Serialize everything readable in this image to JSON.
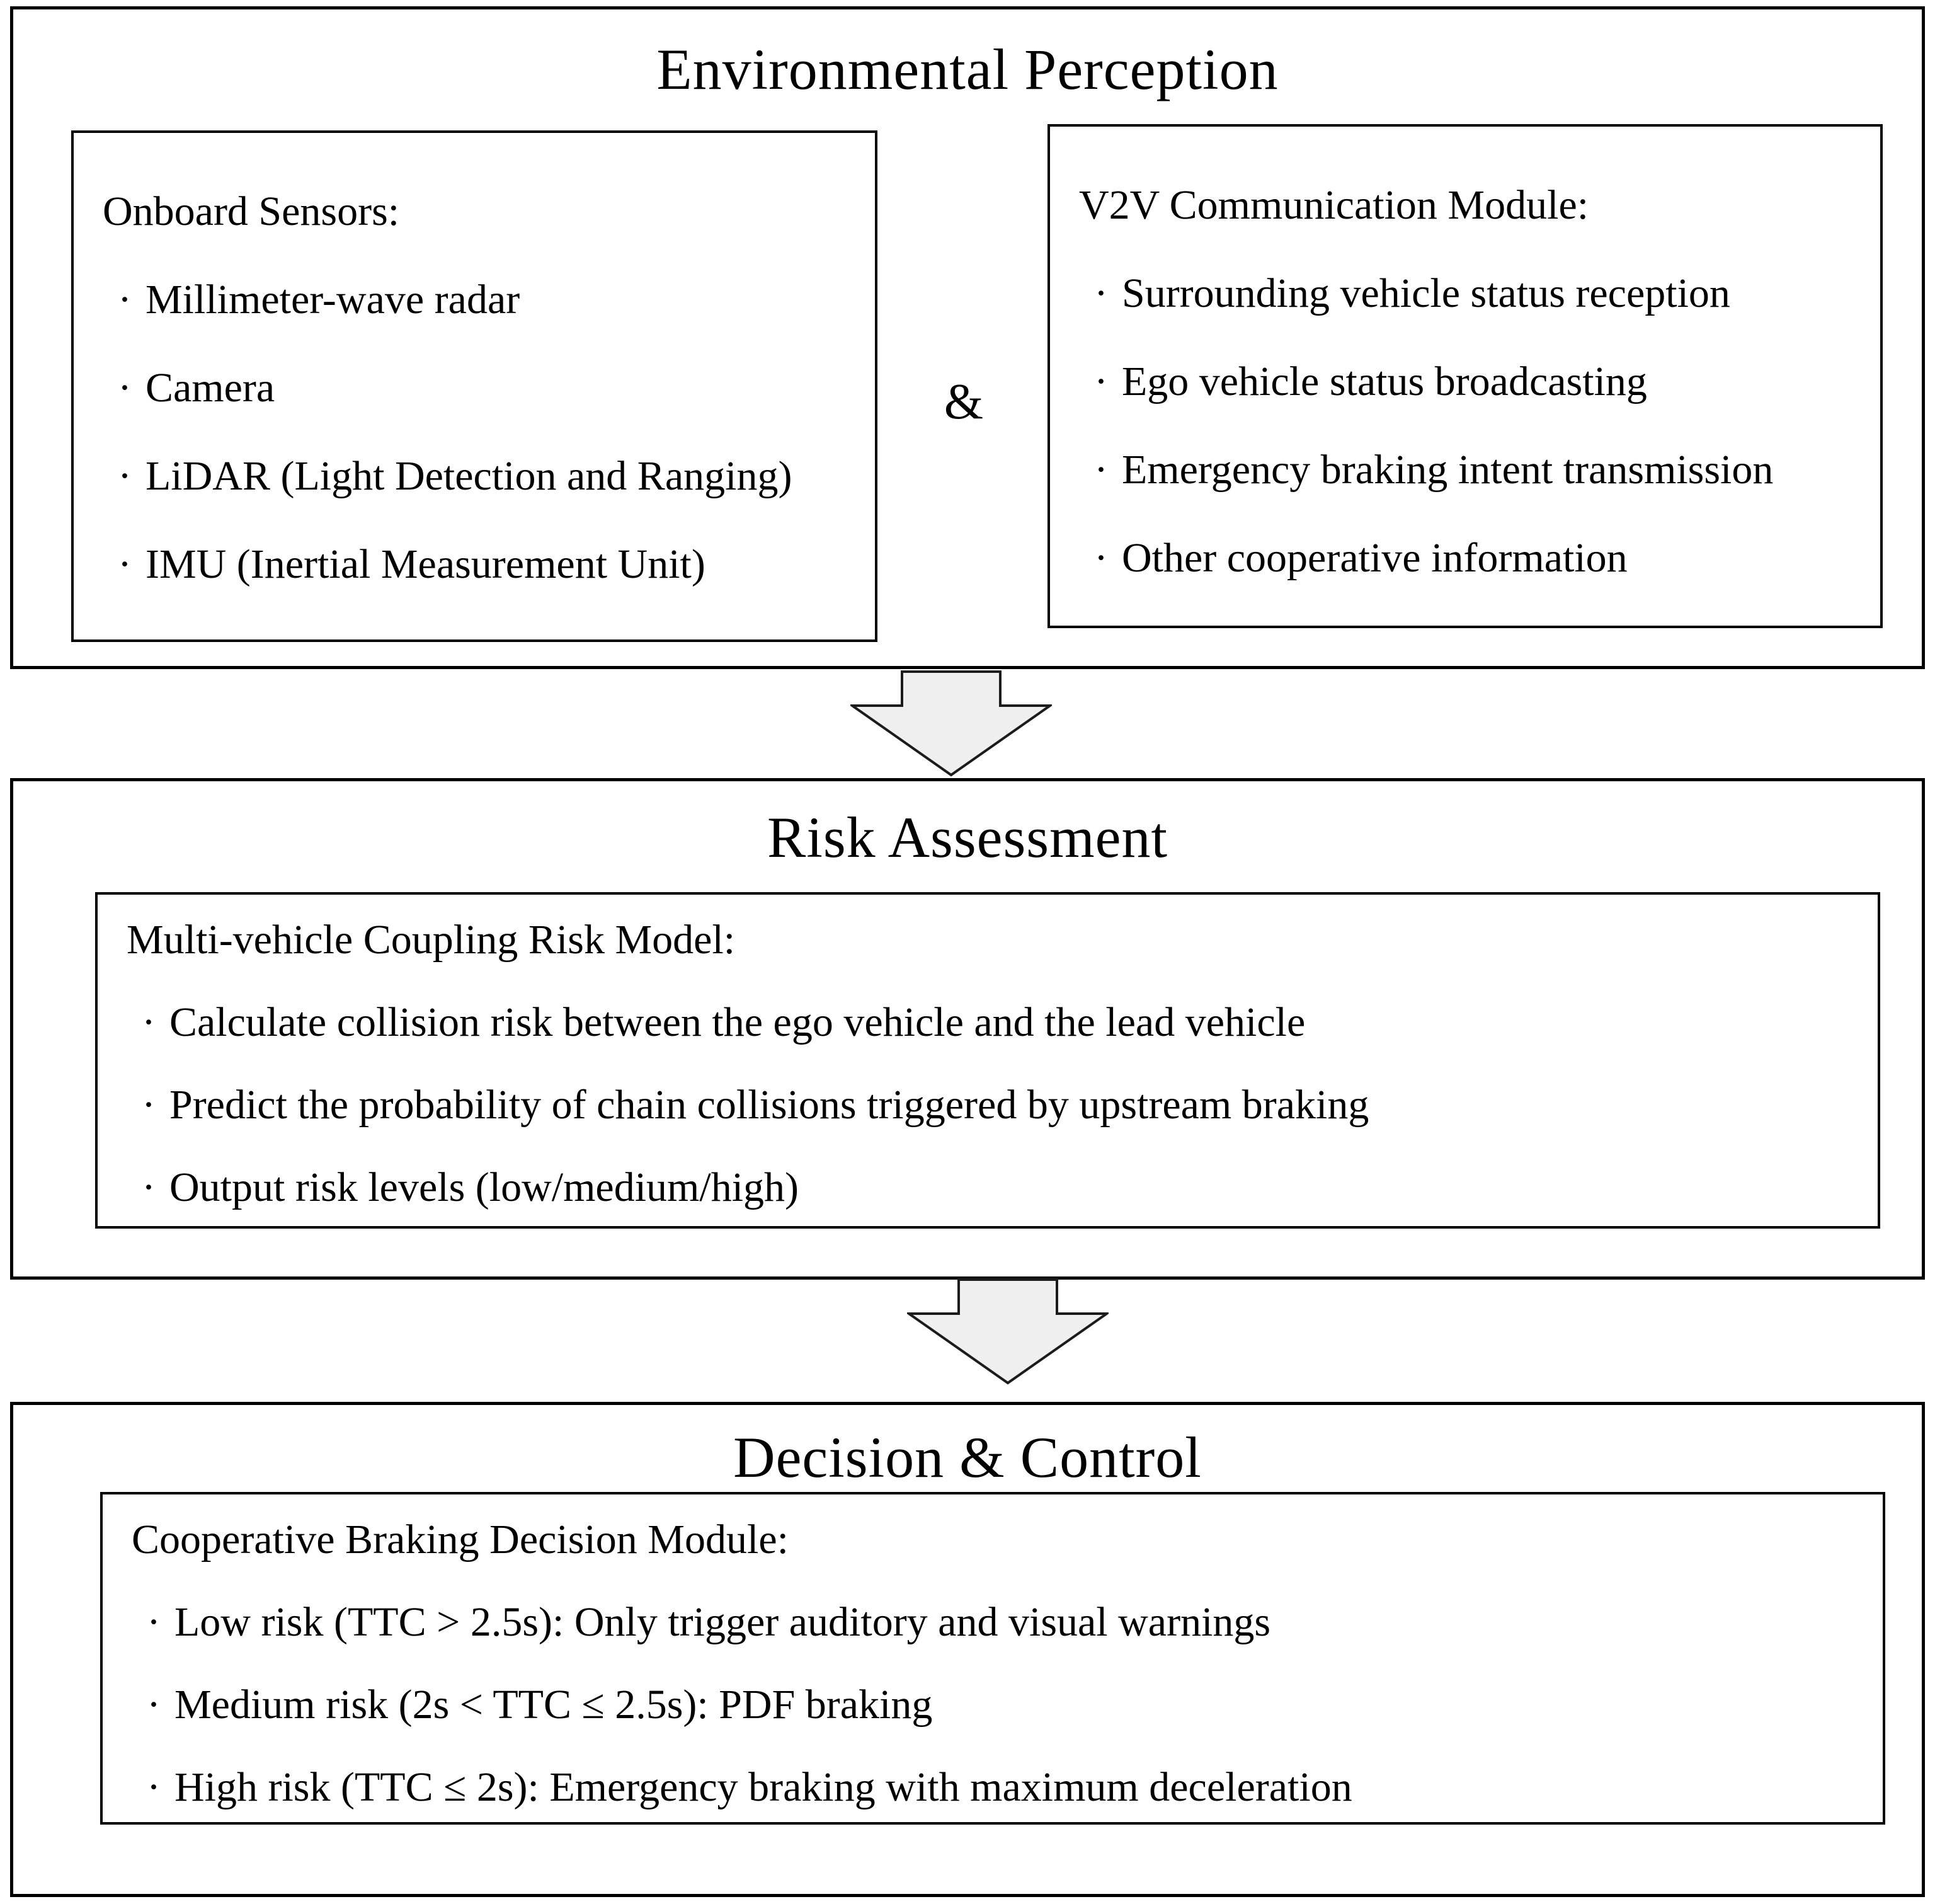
{
  "diagram": {
    "bullet": "·",
    "colors": {
      "background": "#ffffff",
      "text": "#000000",
      "border": "#000000",
      "arrow_fill": "#efefef",
      "arrow_stroke": "#1c1c1c"
    },
    "sections": [
      {
        "title": "Environmental Perception",
        "joiner": "&",
        "boxes": [
          {
            "heading": "Onboard Sensors:",
            "items": [
              "Millimeter-wave radar",
              "Camera",
              "LiDAR (Light Detection and Ranging)",
              "IMU (Inertial Measurement Unit)"
            ]
          },
          {
            "heading": "V2V Communication Module:",
            "items": [
              "Surrounding vehicle status reception",
              "Ego vehicle status broadcasting",
              "Emergency braking intent transmission",
              "Other cooperative information"
            ]
          }
        ]
      },
      {
        "title": "Risk Assessment",
        "boxes": [
          {
            "heading": "Multi-vehicle Coupling Risk Model:",
            "items": [
              "Calculate collision risk between the ego vehicle and the lead vehicle",
              "Predict the probability of chain collisions triggered by upstream braking",
              "Output risk levels (low/medium/high)"
            ]
          }
        ]
      },
      {
        "title": "Decision & Control",
        "boxes": [
          {
            "heading": "Cooperative Braking Decision Module:",
            "items": [
              "Low risk (TTC > 2.5s): Only trigger auditory and visual warnings",
              "Medium risk (2s < TTC ≤ 2.5s): PDF braking",
              "High risk (TTC ≤ 2s): Emergency braking with maximum deceleration"
            ]
          }
        ]
      }
    ]
  }
}
